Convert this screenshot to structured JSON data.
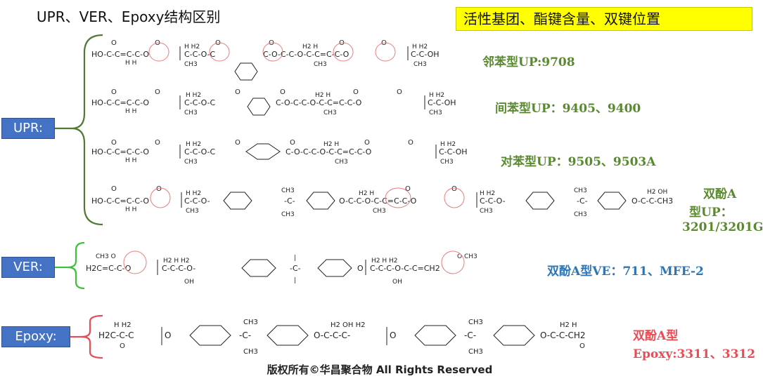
{
  "title": "UPR、VER、Epoxy结构区别",
  "highlight": "活性基团、酯键含量、双键位置",
  "categories": {
    "upr": "UPR:",
    "ver": "VER:",
    "epoxy": "Epoxy:"
  },
  "products": {
    "ortho": "邻苯型UP:9708",
    "iso": "间苯型UP：9405、9400",
    "tere": "对苯型UP：9505、9503A",
    "bpa_upr_line1": "双酚A",
    "bpa_upr_line2": "型UP：",
    "bpa_upr_line3": "3201/3201G",
    "bpa_ve": "双酚A型VE：711、MFE-2",
    "bpa_epoxy_line1": "双酚A型",
    "bpa_epoxy_line2": "Epoxy:3311、3312"
  },
  "footer": "版权所有©华昌聚合物 All Rights Reserved",
  "colors": {
    "green": "#5a8a2e",
    "blue": "#2e75b6",
    "red": "#e84d55",
    "category_box": "#4472c4",
    "highlight": "#ffff00"
  }
}
